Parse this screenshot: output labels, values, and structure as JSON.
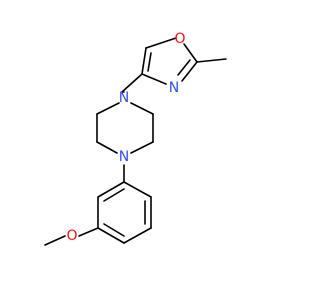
{
  "molecule": {
    "atoms": {
      "oxazole_O": {
        "symbol": "O",
        "color": "#ff0d0d"
      },
      "oxazole_N": {
        "symbol": "N",
        "color": "#3050f8"
      },
      "piperazine_N_top": {
        "symbol": "N",
        "color": "#3050f8"
      },
      "piperazine_N_bottom": {
        "symbol": "N",
        "color": "#3050f8"
      },
      "methoxy_O": {
        "symbol": "O",
        "color": "#ff0d0d"
      }
    },
    "bond_color": "#000000",
    "background": "#ffffff"
  }
}
